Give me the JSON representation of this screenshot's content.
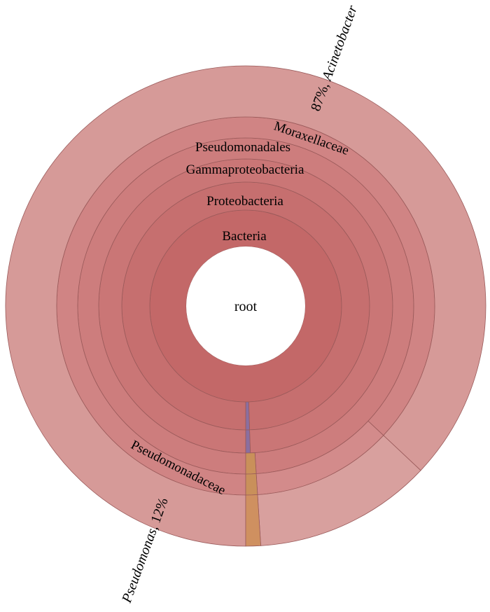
{
  "chart_data": {
    "type": "sunburst",
    "center_label": "root",
    "levels": [
      {
        "rank": "domain",
        "segments": [
          {
            "name": "Bacteria",
            "share": 1.0,
            "color": "#c36868"
          }
        ]
      },
      {
        "rank": "phylum",
        "segments": [
          {
            "name": "Proteobacteria",
            "share": 0.995,
            "color": "#c66f6f"
          },
          {
            "name": "",
            "share": 0.005,
            "color": "#8a6fa0"
          }
        ]
      },
      {
        "rank": "class",
        "segments": [
          {
            "name": "Gammaproteobacteria",
            "share": 0.995,
            "color": "#ca7676"
          },
          {
            "name": "",
            "share": 0.005,
            "color": "#8a6fa0"
          }
        ]
      },
      {
        "rank": "order",
        "segments": [
          {
            "name": "Pseudomonadales",
            "share": 0.99,
            "color": "#cd7d7d"
          },
          {
            "name": "",
            "share": 0.01,
            "color": "#c9905a"
          }
        ]
      },
      {
        "rank": "family",
        "segments": [
          {
            "name": "Moraxellaceae",
            "share": 0.87,
            "color": "#d08484"
          },
          {
            "name": "Pseudomonadaceae",
            "share": 0.12,
            "color": "#d38b8b"
          },
          {
            "name": "",
            "share": 0.01,
            "color": "#c9905a"
          }
        ]
      },
      {
        "rank": "genus",
        "segments": [
          {
            "name": "Acinetobacter",
            "share": 0.87,
            "color": "#d69a98",
            "label": "87%, Acinetobacter"
          },
          {
            "name": "Pseudomonas",
            "share": 0.12,
            "color": "#d8a09e",
            "label": "Pseudomonas, 12%"
          },
          {
            "name": "",
            "share": 0.01,
            "color": "#cf9060"
          }
        ]
      }
    ],
    "annotations": [
      "87%, Acinetobacter",
      "Pseudomonas, 12%"
    ]
  }
}
